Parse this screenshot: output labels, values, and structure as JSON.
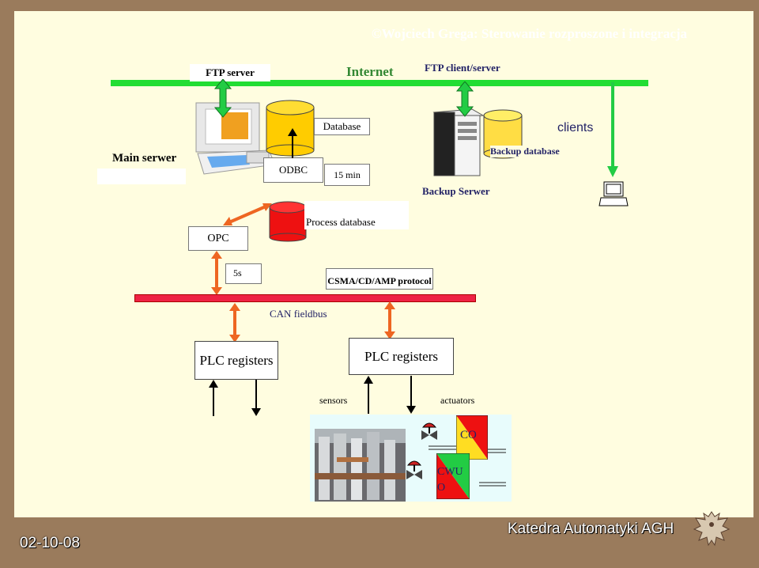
{
  "header": {
    "title": "©Wojciech Grega: Sterowanie rozproszone i integracja"
  },
  "footer": {
    "date": "02-10-08",
    "department": "Katedra Automatyki AGH"
  },
  "labels": {
    "ftp_server": "FTP  server",
    "internet": "Internet",
    "ftp_client_server": "FTP  client/server",
    "database": "Database",
    "clients": "clients",
    "main_server": "Main serwer",
    "odbc": "ODBC",
    "interval_15min": "15 min",
    "backup_database": "Backup database",
    "backup_server": "Backup Serwer",
    "process_database": "Process database",
    "opc": "OPC",
    "interval_5s": "5s",
    "protocol": "CSMA/CD/AMP protocol",
    "can_fieldbus": "CAN  fieldbus",
    "plc_registers_1": "PLC registers",
    "plc_registers_2": "PLC registers",
    "sensors": "sensors",
    "actuators": "actuators",
    "co": "CO",
    "cwuo_1": "CWU",
    "cwuo_2": "O"
  },
  "colors": {
    "internet_bus": "#22dd33",
    "can_bus": "#ee2244",
    "opc_arrow": "#ee6622",
    "db_yellow": "#ffcc00",
    "db_red": "#ee1111"
  }
}
